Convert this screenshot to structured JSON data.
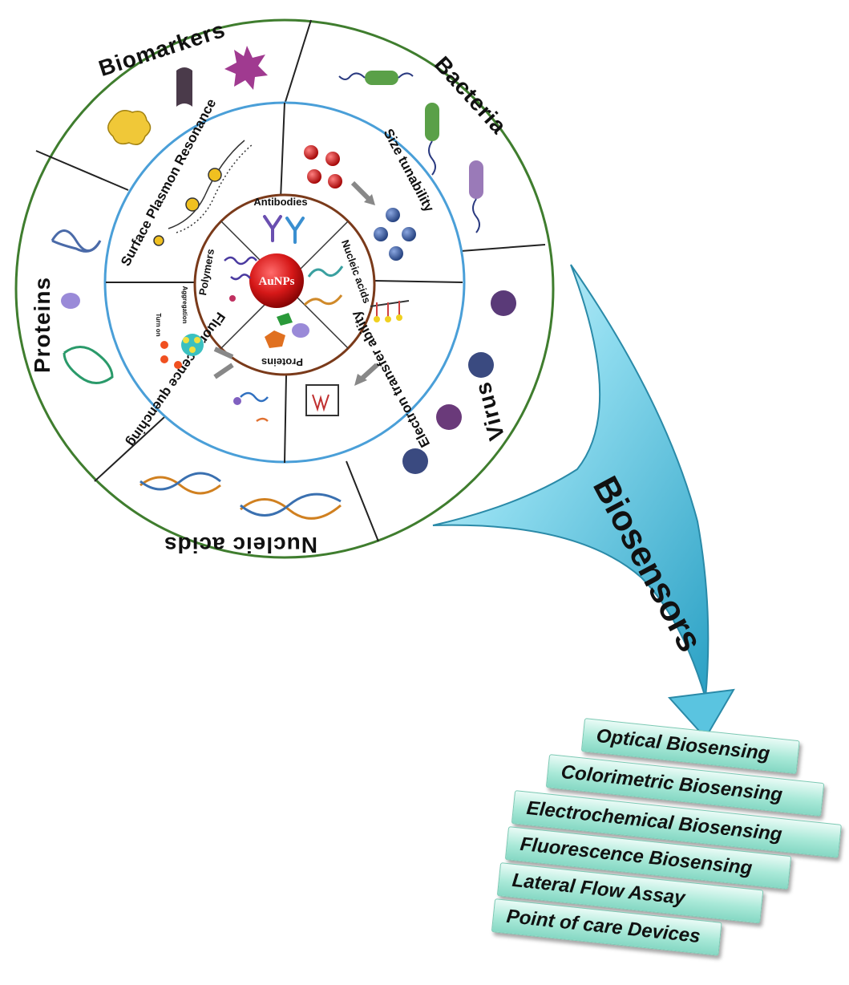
{
  "center": {
    "label": "AuNPs",
    "color": "#d61818"
  },
  "inner_ring": [
    "Antibodies",
    "Nucleic acids",
    "Proteins",
    "Polymers"
  ],
  "middle_ring": [
    "Size tunability",
    "Electron transfer ability",
    "Fluorescence quenching",
    "Surface Plasmon Resonance"
  ],
  "middle_ring_minor": [
    "Turn on",
    "Aggregation"
  ],
  "outer_ring": [
    "Biomarkers",
    "Bacteria",
    "Virus",
    "Nucleic acids",
    "Proteins"
  ],
  "arrow_label": "Biosensors",
  "applications": [
    "Optical Biosensing",
    "Colorimetric Biosensing",
    "Electrochemical Biosensing",
    "Fluorescence Biosensing",
    "Lateral Flow Assay",
    "Point of care Devices"
  ],
  "colors": {
    "outer_ring_border": "#3f7d2e",
    "middle_ring_border": "#4a9fd8",
    "inner_ring_border": "#7a3a1a",
    "arrow": "#6ed0e8",
    "app_bar": "#a9e9d8"
  }
}
